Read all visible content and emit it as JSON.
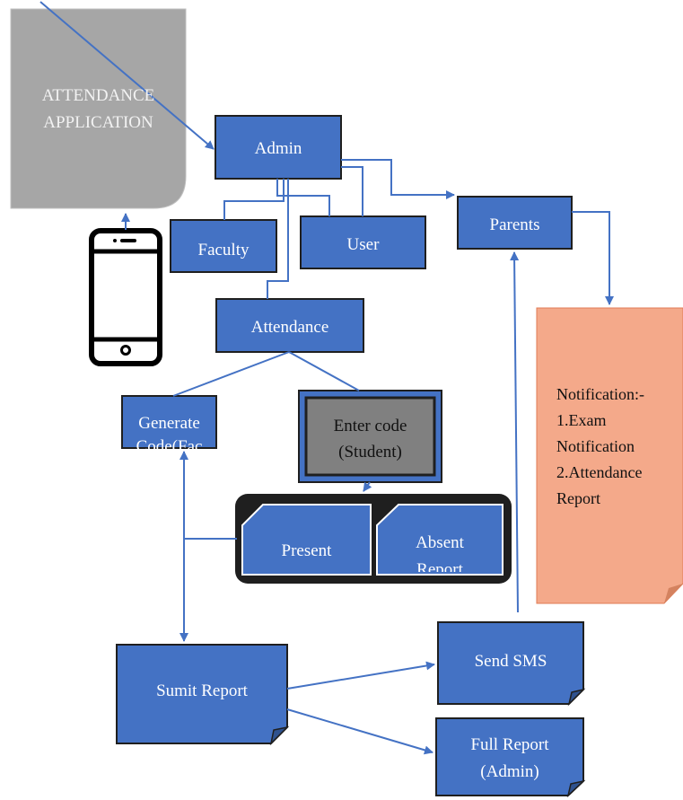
{
  "colors": {
    "box_fill": "#4472c4",
    "box_border": "#1f1f1f",
    "connector": "#4472c4",
    "app_fill": "#a6a6a6",
    "code_box_fill": "#808080",
    "notification_fill": "#f4a98a",
    "present_group_fill": "#1f1f1f"
  },
  "app": {
    "line1": "ATTENDANCE",
    "line2": "APPLICATION"
  },
  "nodes": {
    "admin": "Admin",
    "faculty": "Faculty",
    "user": "User",
    "parents": "Parents",
    "attendance": "Attendance",
    "generate_code": {
      "line1": "Generate",
      "line2": "Code(Fac"
    },
    "enter_code": {
      "line1": "Enter code",
      "line2": "(Student)"
    },
    "present": "Present",
    "absent": {
      "line1": "Absent",
      "line2": "Report"
    },
    "sumit_report": "Sumit Report",
    "send_sms": "Send SMS",
    "full_report": {
      "line1": "Full Report",
      "line2": "(Admin)"
    }
  },
  "notification": {
    "line1": "Notification:-",
    "line2": "1.Exam",
    "line3": "Notification",
    "line4": "2.Attendance",
    "line5": "Report"
  },
  "icons": {
    "phone": "smartphone-icon"
  }
}
